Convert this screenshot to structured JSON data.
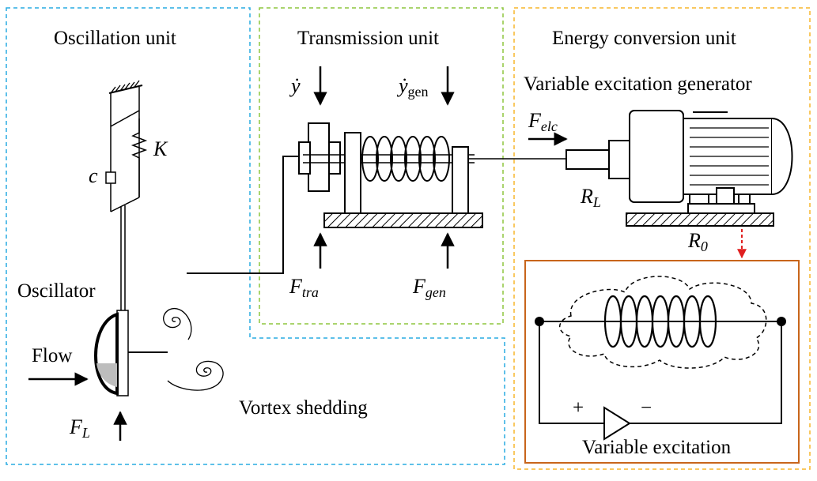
{
  "sections": {
    "oscillation": {
      "title": "Oscillation unit"
    },
    "transmission": {
      "title": "Transmission unit"
    },
    "energy": {
      "title": "Energy conversion unit",
      "subtitle": "Variable excitation generator"
    }
  },
  "labels": {
    "c": "c",
    "K": "K",
    "oscillator": "Oscillator",
    "flow": "Flow",
    "vortex": "Vortex shedding",
    "FL_base": "F",
    "FL_sub": "L",
    "ydot_base": "ẏ",
    "ygen_base": "ẏ",
    "ygen_sub": "gen",
    "Ftra_base": "F",
    "Ftra_sub": "tra",
    "Fgen_base": "F",
    "Fgen_sub": "gen",
    "Felc_base": "F",
    "Felc_sub": "elc",
    "RL_base": "R",
    "RL_sub": "L",
    "R0_base": "R",
    "R0_sub": "0",
    "plus": "+",
    "minus": "−",
    "variable_excitation": "Variable excitation"
  },
  "colors": {
    "oscillation_border": "#29abe2",
    "transmission_border": "#8dc63f",
    "energy_border": "#f7b52c",
    "circuit_border": "#c8651b",
    "accent_arrow": "#e02020",
    "shading": "#bdbdbd"
  }
}
